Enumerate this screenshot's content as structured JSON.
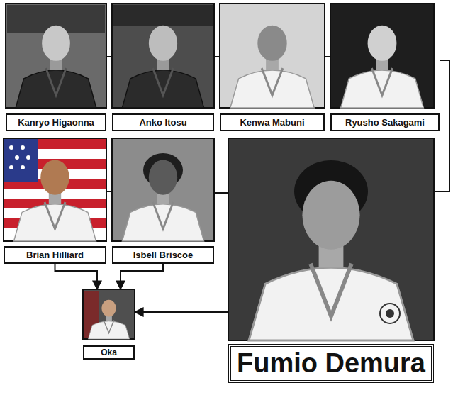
{
  "diagram": {
    "nodes": [
      {
        "text": [
          "Kanryo Higaonna"
        ]
      },
      {
        "text": [
          "Anko Itosu"
        ]
      },
      {
        "text": [
          "Kenwa Mabuni"
        ]
      },
      {
        "text": [
          "Ryusho Sakagami"
        ]
      },
      {
        "text": [
          "Brian Hilliard"
        ]
      },
      {
        "text": [
          "Isbell Briscoe"
        ]
      },
      {
        "text": [
          "Fumio Demura"
        ]
      },
      {
        "text": [
          "Oka"
        ]
      }
    ],
    "edges": [
      {
        "from": 0,
        "to": 1,
        "arrow": "none"
      },
      {
        "from": 1,
        "to": 2,
        "arrow": "none"
      },
      {
        "from": 2,
        "to": 3,
        "arrow": "none"
      },
      {
        "from": 3,
        "to": 6,
        "arrow": "none"
      },
      {
        "from": 4,
        "to": 5,
        "arrow": "none"
      },
      {
        "from": 6,
        "to": 5,
        "arrow": "none"
      },
      {
        "from": 4,
        "to": 7,
        "arrow": "to"
      },
      {
        "from": 5,
        "to": 7,
        "arrow": "to"
      },
      {
        "from": 6,
        "to": 7,
        "arrow": "to"
      }
    ]
  }
}
